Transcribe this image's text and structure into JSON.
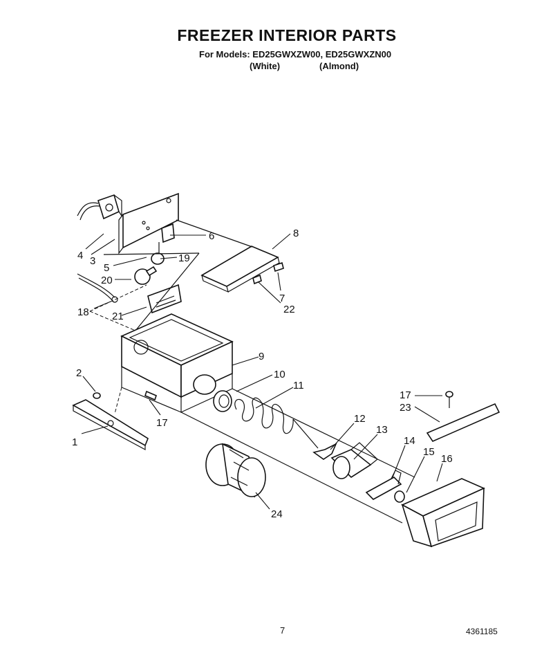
{
  "header": {
    "title": "FREEZER INTERIOR PARTS",
    "models_line": "For Models: ED25GWXZW00, ED25GWXZN00",
    "color_white": "(White)",
    "color_almond": "(Almond)"
  },
  "footer": {
    "page_number": "7",
    "document_number": "4361185"
  },
  "callouts": {
    "c1": "1",
    "c2": "2",
    "c3": "3",
    "c4": "4",
    "c5": "5",
    "c6": "6",
    "c7": "7",
    "c8": "8",
    "c9": "9",
    "c10": "10",
    "c11": "11",
    "c12": "12",
    "c13": "13",
    "c14": "14",
    "c15": "15",
    "c16": "16",
    "c17a": "17",
    "c17b": "17",
    "c18": "18",
    "c19": "19",
    "c20": "20",
    "c21": "21",
    "c22": "22",
    "c23": "23",
    "c24": "24"
  }
}
